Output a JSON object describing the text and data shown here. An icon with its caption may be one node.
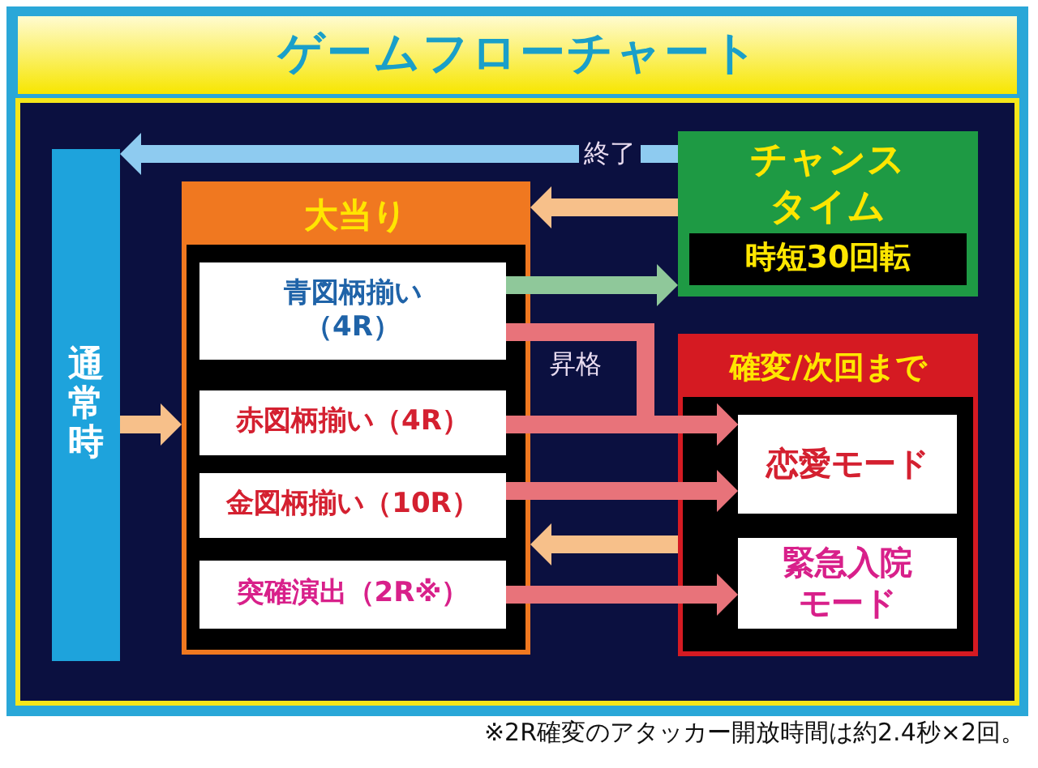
{
  "diagram": {
    "title": "ゲームフローチャート",
    "caption": "※2R確変のアタッカー開放時間は約2.4秒×2回。",
    "nodes": [
      {
        "text": [
          "通常時"
        ]
      },
      {
        "text": [
          "大当り"
        ]
      },
      {
        "text": [
          "青図柄揃い（4R）"
        ],
        "in": 1
      },
      {
        "text": [
          "赤図柄揃い（4R）"
        ],
        "in": 1
      },
      {
        "text": [
          "金図柄揃い（10R）"
        ],
        "in": 1
      },
      {
        "text": [
          "突確演出（2R※）"
        ],
        "in": 1
      },
      {
        "text": [
          "チャンスタイム"
        ]
      },
      {
        "text": [
          "時短30回転"
        ],
        "in": 6
      },
      {
        "text": [
          "確変/次回まで"
        ]
      },
      {
        "text": [
          "恋愛モード"
        ],
        "in": 8
      },
      {
        "text": [
          "緊急入院モード"
        ],
        "in": 8
      }
    ],
    "edges": [
      {
        "from": 6,
        "to": 0,
        "arrow": "to",
        "label": "終了",
        "color": "#8ecbf0"
      },
      {
        "from": 6,
        "to": 1,
        "arrow": "to",
        "color": "#f7c08a"
      },
      {
        "from": 2,
        "to": 6,
        "arrow": "to",
        "color": "#8fc89a"
      },
      {
        "from": 2,
        "to": 9,
        "arrow": "to",
        "label": "昇格"
      },
      {
        "from": 0,
        "to": 1,
        "arrow": "to",
        "color": "#f7c08a"
      },
      {
        "from": 3,
        "to": 9,
        "arrow": "to"
      },
      {
        "from": 4,
        "to": 9,
        "arrow": "to"
      },
      {
        "from": 8,
        "to": 1,
        "arrow": "to",
        "color": "#f7c08a"
      },
      {
        "from": 5,
        "to": 10,
        "arrow": "to"
      }
    ]
  }
}
